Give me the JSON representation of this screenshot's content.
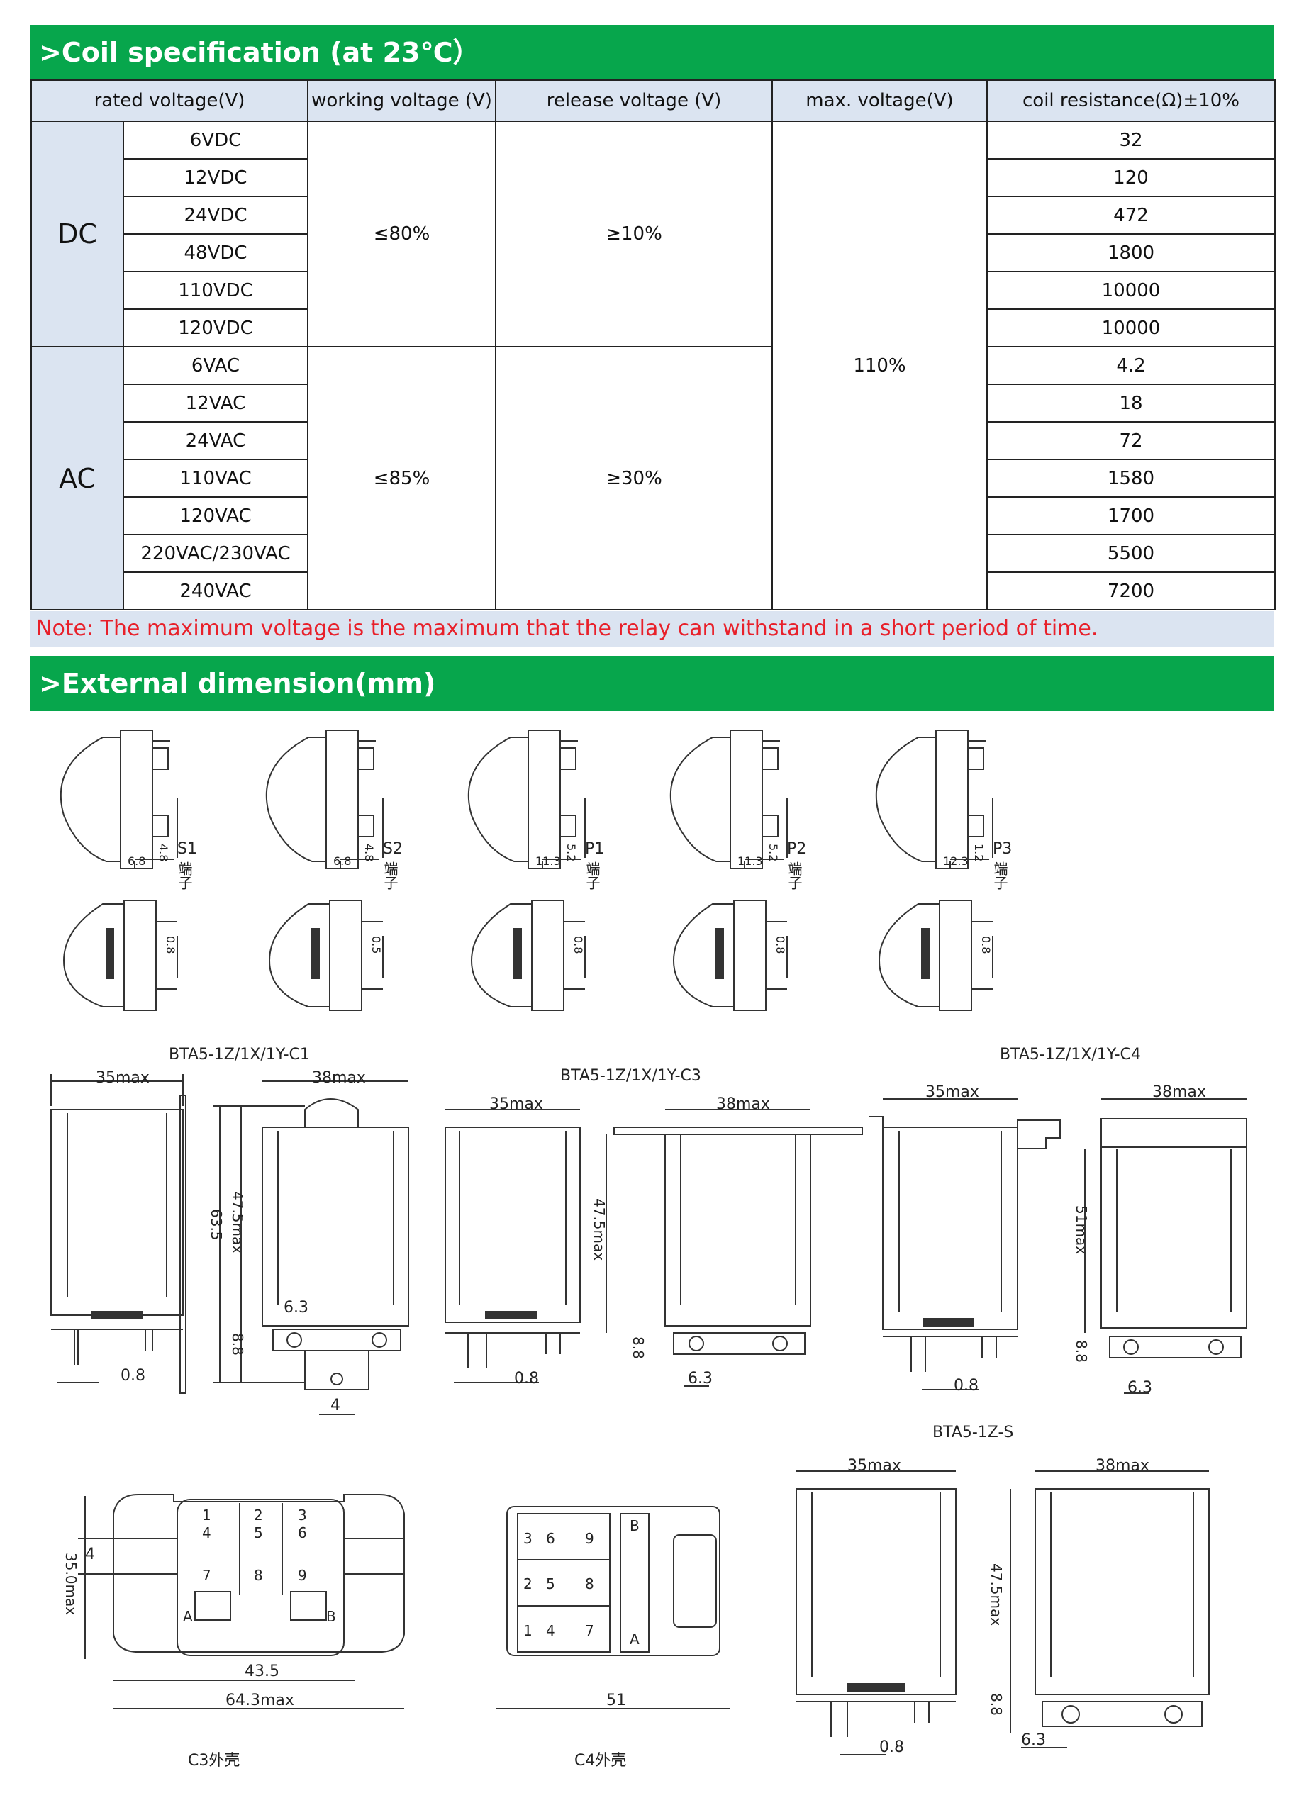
{
  "coil": {
    "title": ">Coil specification (at  23℃）",
    "headers": [
      "rated voltage(V)",
      "working voltage (V)",
      "release voltage  (V)",
      "max. voltage(V)",
      "coil resistance(Ω)±10%"
    ],
    "dc": {
      "label": "DC",
      "working": "≤80%",
      "release": "≥10%",
      "rows": [
        {
          "rated": "6VDC",
          "res": "32"
        },
        {
          "rated": "12VDC",
          "res": "120"
        },
        {
          "rated": "24VDC",
          "res": "472"
        },
        {
          "rated": "48VDC",
          "res": "1800"
        },
        {
          "rated": "110VDC",
          "res": "10000"
        },
        {
          "rated": "120VDC",
          "res": "10000"
        }
      ]
    },
    "ac": {
      "label": "AC",
      "working": "≤85%",
      "release": "≥30%",
      "rows": [
        {
          "rated": "6VAC",
          "res": "4.2"
        },
        {
          "rated": "12VAC",
          "res": "18"
        },
        {
          "rated": "24VAC",
          "res": "72"
        },
        {
          "rated": "110VAC",
          "res": "1580"
        },
        {
          "rated": "120VAC",
          "res": "1700"
        },
        {
          "rated": "220VAC/230VAC",
          "res": "5500"
        },
        {
          "rated": "240VAC",
          "res": "7200"
        }
      ]
    },
    "max_voltage": "110%",
    "note": "Note: The maximum voltage is the maximum that the relay can withstand in a short period of time."
  },
  "dimension": {
    "title": ">External dimension(mm)",
    "terminals": [
      {
        "code": "S1",
        "sub": "端子",
        "w": "6.8",
        "h": "4.8"
      },
      {
        "code": "S2",
        "sub": "端子",
        "w": "6.8",
        "h": "4.8"
      },
      {
        "code": "P1",
        "sub": "端子",
        "w": "11.3",
        "h": "5.2"
      },
      {
        "code": "P2",
        "sub": "端子",
        "w": "11.3",
        "h": "5.2"
      },
      {
        "code": "P3",
        "sub": "端子",
        "w": "12.3",
        "h": "1.2"
      }
    ],
    "pin_labels": [
      "0.8",
      "0.5",
      "0.8",
      "0.8",
      "0.8"
    ],
    "models": {
      "c1": {
        "name": "BTA5-1Z/1X/1Y-C1",
        "w1": "35max",
        "w2": "38max",
        "h1": "63.5",
        "h2": "47.5max",
        "d1": "6.3",
        "d2": "8.8",
        "d3": "0.8",
        "d4": "4"
      },
      "c3": {
        "name": "BTA5-1Z/1X/1Y-C3",
        "w1": "35max",
        "w2": "38max",
        "h1": "47.5max",
        "d1": "8.8",
        "d2": "0.8",
        "d3": "6.3"
      },
      "c4": {
        "name": "BTA5-1Z/1X/1Y-C4",
        "w1": "35max",
        "w2": "38max",
        "h1": "51max",
        "d1": "8.8",
        "d2": "0.8",
        "d3": "6.3"
      },
      "s": {
        "name": "BTA5-1Z-S",
        "w1": "35max",
        "w2": "38max",
        "h1": "47.5max",
        "d1": "8.8",
        "d2": "0.8",
        "d3": "6.3"
      }
    },
    "base_c3": {
      "caption": "C3外壳",
      "h": "35.0max",
      "d": "4",
      "w1": "43.5",
      "w2": "64.3max",
      "pins": [
        "1",
        "2",
        "3",
        "4",
        "5",
        "6",
        "7",
        "8",
        "9",
        "A",
        "B"
      ]
    },
    "base_c4": {
      "caption": "C4外壳",
      "w": "51",
      "pins": [
        "3",
        "6",
        "9",
        "2",
        "5",
        "8",
        "1",
        "4",
        "7",
        "A",
        "B"
      ]
    }
  }
}
